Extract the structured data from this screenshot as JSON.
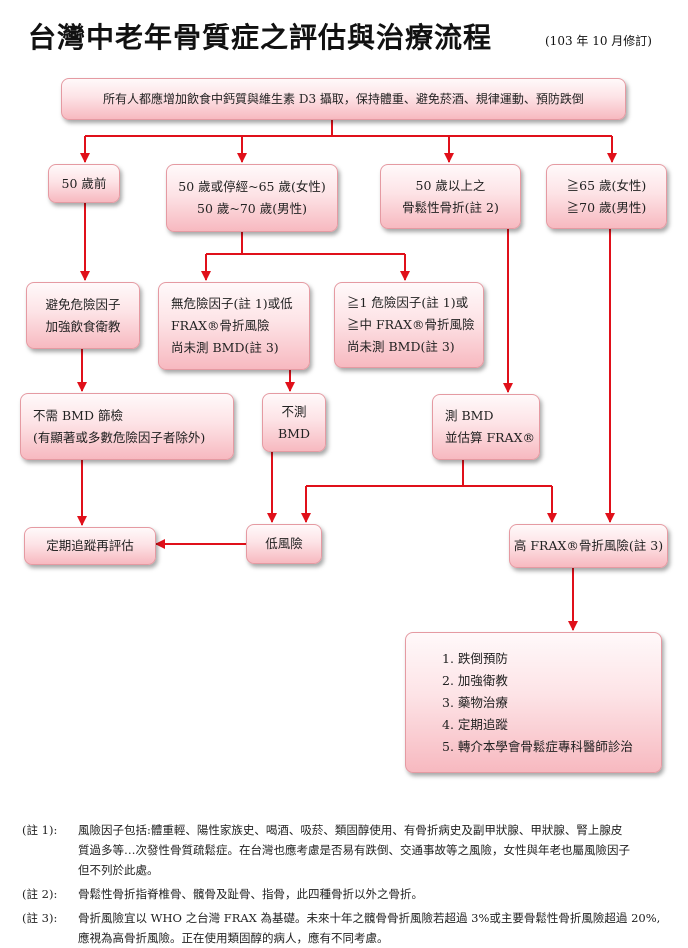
{
  "title": "台灣中老年骨質症之評估與治療流程",
  "title_note": "(103 年 10 月修訂)",
  "nodes": {
    "top": "所有人都應增加飲食中鈣質與維生素 D3 攝取，保持體重、避免菸酒、規律運動、預防跌倒",
    "under50": "50 歲前",
    "age50_65": [
      "50 歲或停經~65 歲(女性)",
      "50 歲~70 歲(男性)"
    ],
    "fracture50": [
      "50 歲以上之",
      "骨鬆性骨折(註 2)"
    ],
    "over65": [
      "≧65 歲(女性)",
      "≧70 歲(男性)"
    ],
    "avoid": [
      "避免危險因子",
      "加強飲食衛教"
    ],
    "no_risk": [
      "無危險因子(註 1)或低",
      "FRAX®骨折風險",
      "尚未測 BMD(註 3)"
    ],
    "risk": [
      "≧1 危險因子(註 1)或",
      "≧中 FRAX®骨折風險",
      "尚未測 BMD(註 3)"
    ],
    "no_bmd_screen": [
      "不需 BMD 篩檢",
      "(有顯著或多數危險因子者除外)"
    ],
    "no_test": [
      "不測",
      "BMD"
    ],
    "measure": [
      "測 BMD",
      "並估算 FRAX®"
    ],
    "follow": "定期追蹤再評估",
    "low_risk": "低風險",
    "high_risk": "高 FRAX®骨折風險(註 3)",
    "treatment": [
      "1. 跌倒預防",
      "2. 加強衛教",
      "3. 藥物治療",
      "4. 定期追蹤",
      "5. 轉介本學會骨鬆症專科醫師診治"
    ]
  },
  "notes": [
    {
      "label": "(註 1):",
      "lines": [
        "風險因子包括:體重輕、陽性家族史、喝酒、吸菸、類固醇使用、有骨折病史及副甲狀腺、甲狀腺、腎上腺皮",
        "質過多等…次發性骨質疏鬆症。在台灣也應考慮是否易有跌倒、交通事故等之風險，女性與年老也屬風險因子",
        "但不列於此處。"
      ]
    },
    {
      "label": "(註 2):",
      "lines": [
        "骨鬆性骨折指脊椎骨、髖骨及趾骨、指骨，此四種骨折以外之骨折。"
      ]
    },
    {
      "label": "(註 3):",
      "lines": [
        "骨折風險宜以 WHO 之台灣 FRAX 為基礎。未來十年之髖骨骨折風險若超過 3%或主要骨鬆性骨折風險超過 20%,",
        "應視為高骨折風險。正在使用類固醇的病人，應有不同考慮。"
      ]
    }
  ]
}
